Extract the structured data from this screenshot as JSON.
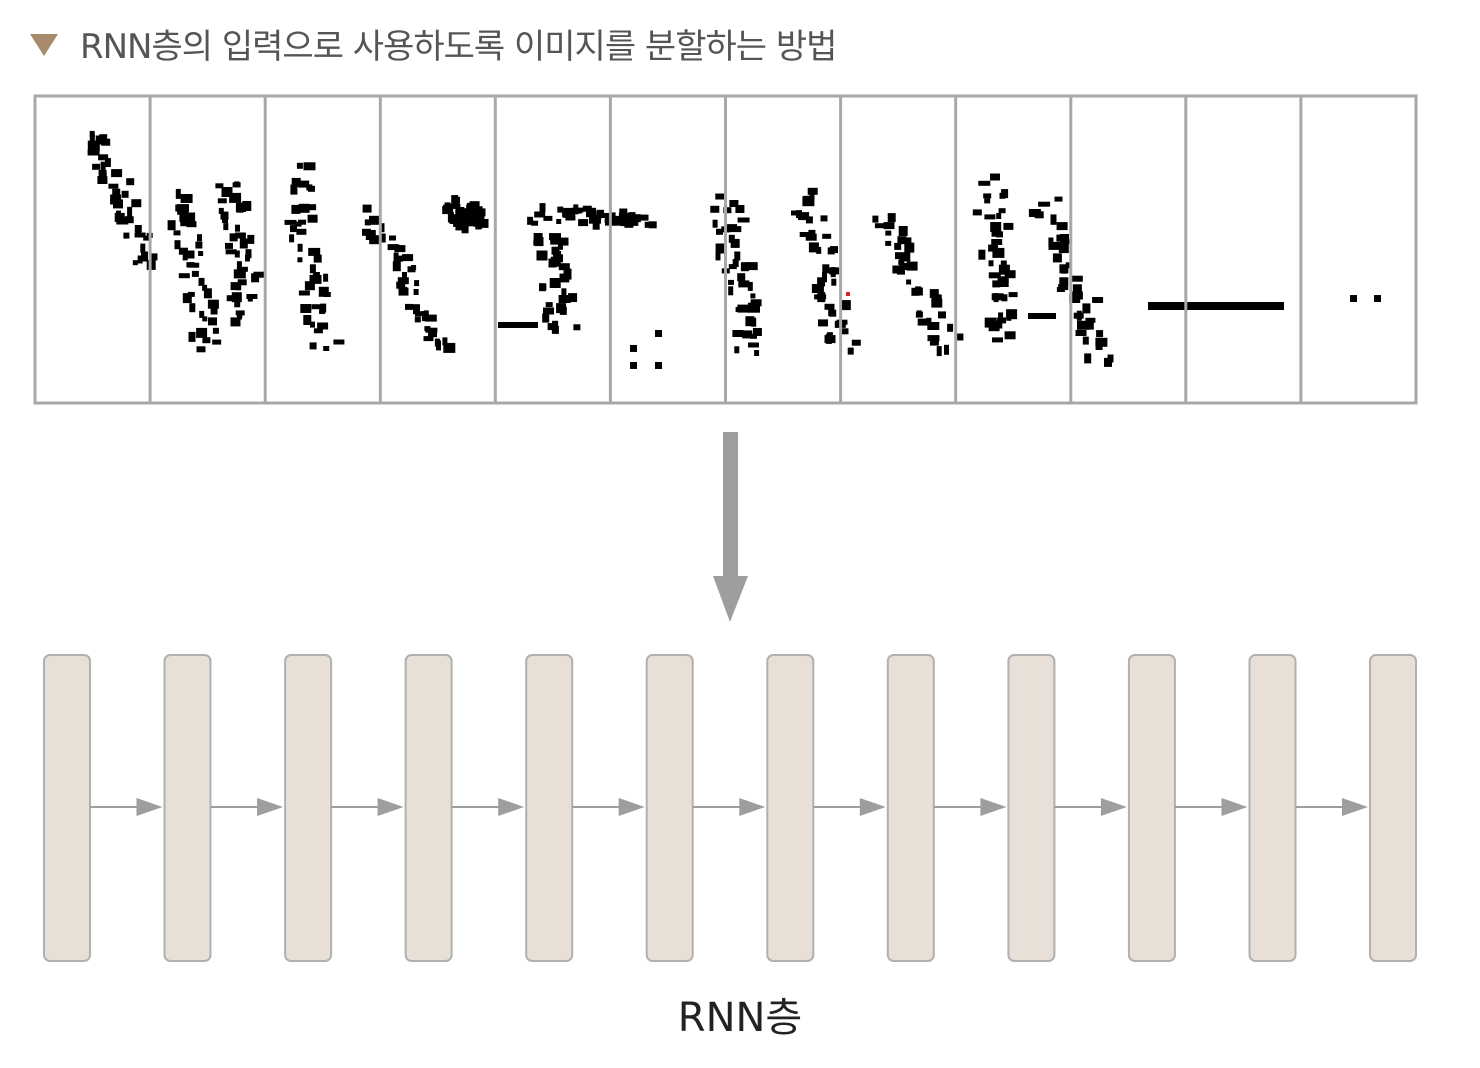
{
  "title": "RNN층의 입력으로 사용하도록 이미지를 분할하는 방법",
  "rnn_label": "RNN층",
  "num_slices": 12,
  "num_cells": 12,
  "colors": {
    "triangle": "#a78a6b",
    "title_text": "#555555",
    "grid_border": "#a8a8a8",
    "arrow": "#9e9e9e",
    "cell_fill": "#e8e0d6",
    "cell_stroke": "#b0b0b0",
    "ink": "#000000"
  },
  "icons": {
    "title_marker": "down-triangle-icon"
  }
}
